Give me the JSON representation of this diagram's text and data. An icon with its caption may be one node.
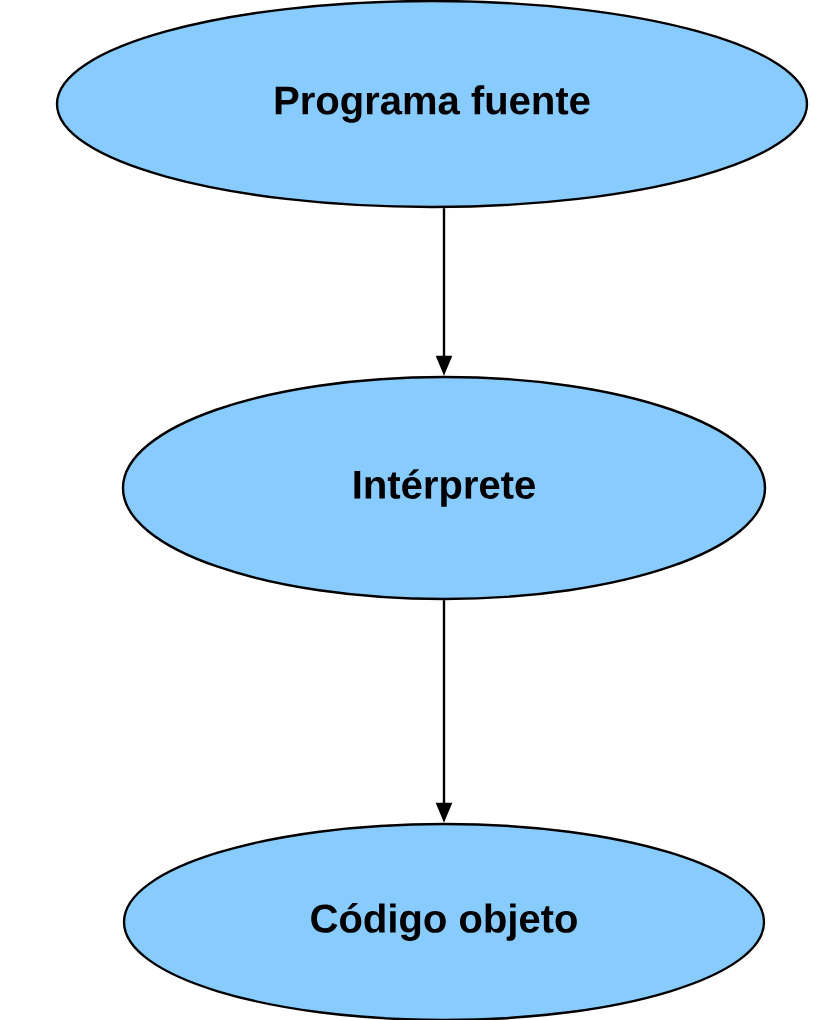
{
  "diagram": {
    "nodes": [
      {
        "text": [
          "Programa fuente"
        ]
      },
      {
        "text": [
          "Intérprete"
        ]
      },
      {
        "text": [
          "Código objeto"
        ]
      }
    ],
    "edges": [
      {
        "from": 0,
        "to": 1,
        "arrow": "to"
      },
      {
        "from": 1,
        "to": 2,
        "arrow": "to"
      }
    ]
  }
}
